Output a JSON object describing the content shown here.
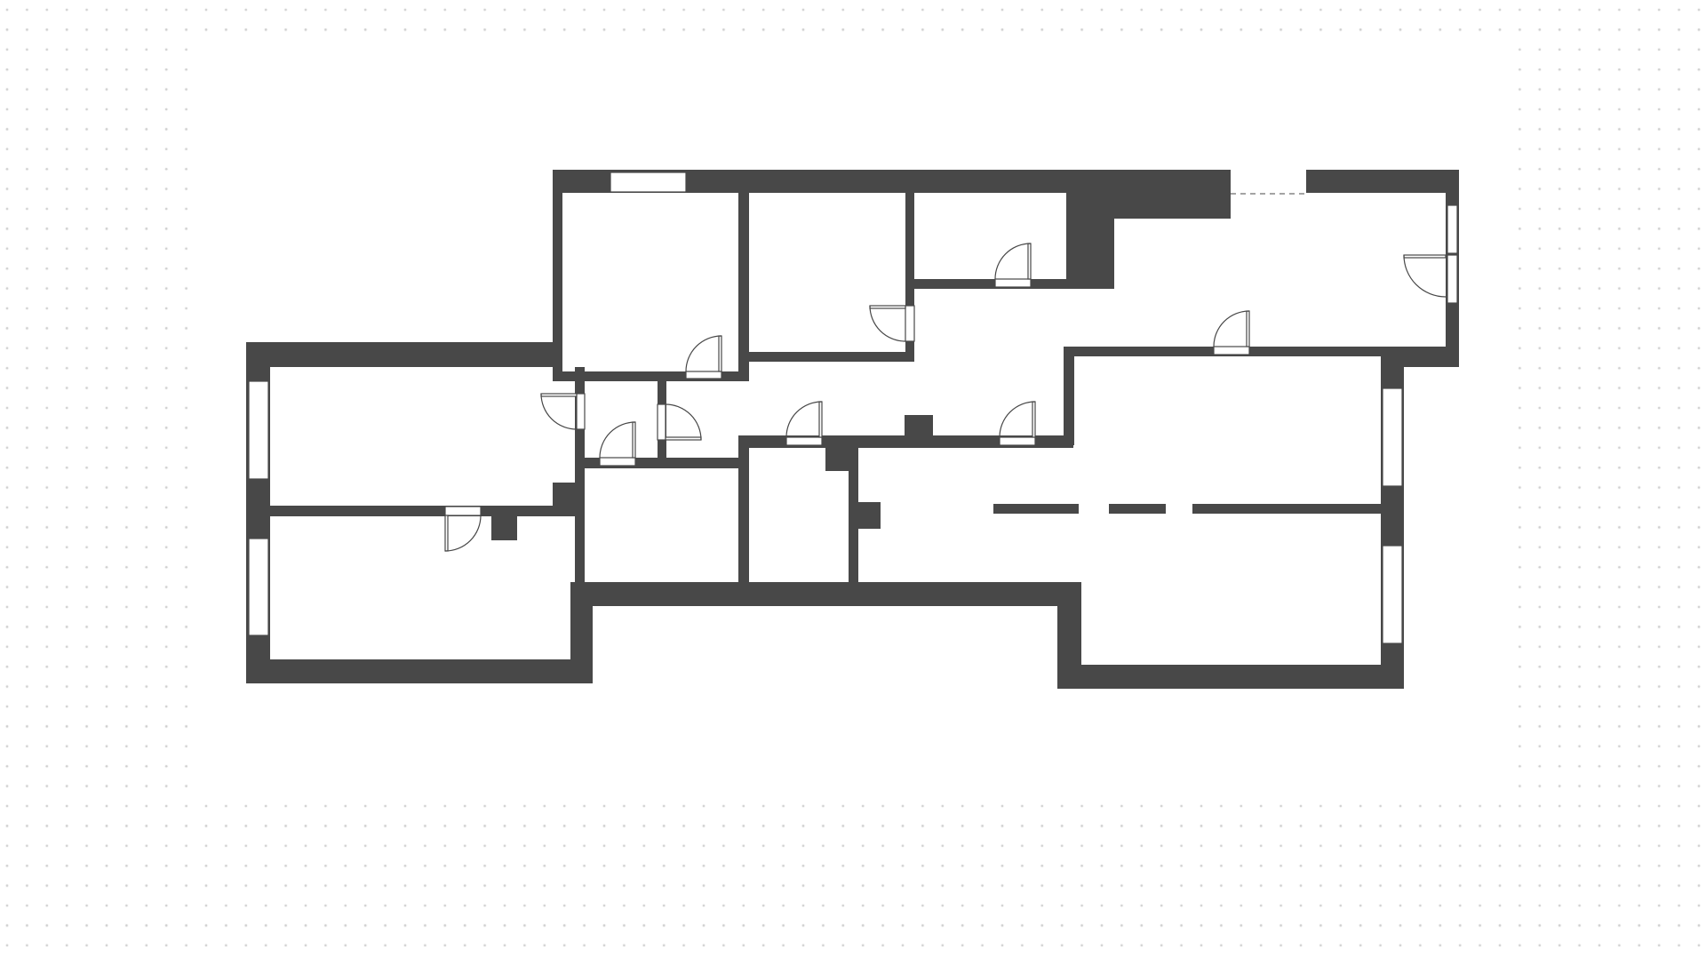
{
  "plan": {
    "wall_color": "#484848",
    "background_color": "#ffffff",
    "dot_color": "#c8c8c8",
    "rooms": 11,
    "doors": 11,
    "windows": 6
  }
}
